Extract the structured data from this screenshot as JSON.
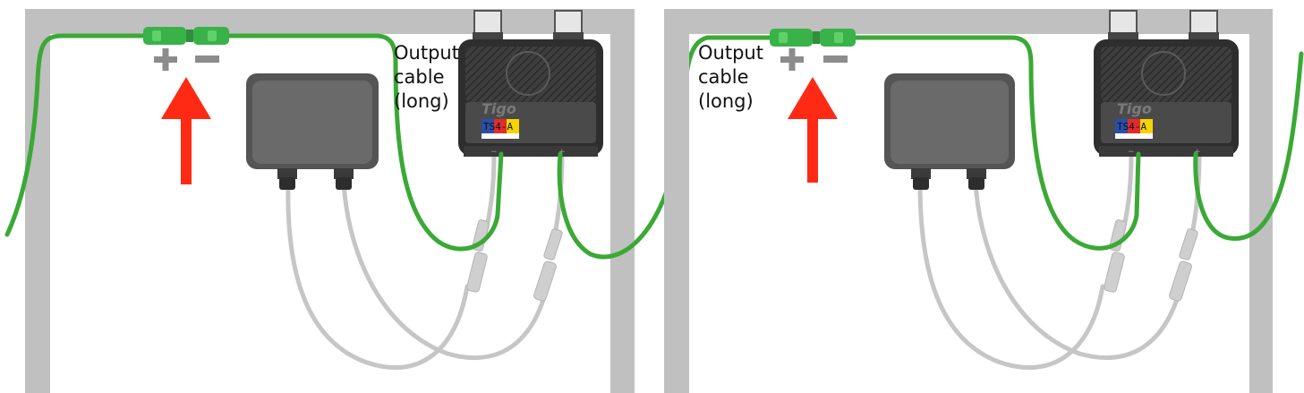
{
  "labels": {
    "output_line1": "Output",
    "output_line2": "cable",
    "output_line3": "(long)",
    "plus": "+",
    "minus": "−",
    "brand": "Tigo",
    "model": "TS4-A",
    "port_minus": "−",
    "port_plus": "+"
  },
  "colors": {
    "frame": "#c0c0c0",
    "green_cable": "#3aa935",
    "grey_cable": "#c6c6c6",
    "arrow": "#ff2a14",
    "junction_box": "#555555",
    "sign": "#8c8c8c"
  }
}
